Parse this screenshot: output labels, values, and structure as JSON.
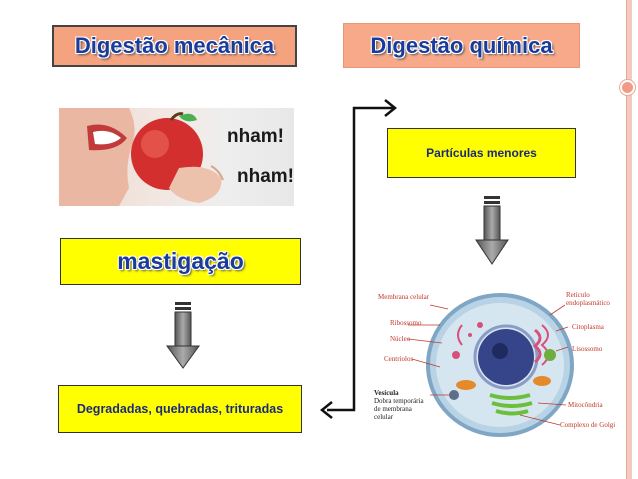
{
  "titles": {
    "mecanica": "Digestão mecânica",
    "quimica": "Digestão química"
  },
  "photo": {
    "nham1": "nham!",
    "nham2": "nham!"
  },
  "boxes": {
    "mastigacao": "mastigação",
    "degradadas": "Degradadas, quebradas, trituradas",
    "particulas": "Partículas menores"
  },
  "cell_labels": {
    "membrana": "Membrana celular",
    "ribossomo": "Ribossomo",
    "nucleo": "Núcleo",
    "centriolos": "Centríolos",
    "vesicula": "Vesícula",
    "dobra": "Dobra temporária de membrana celular",
    "reticulo": "Retículo endoplasmático",
    "citoplasma": "Citoplasma",
    "lisossomo": "Lisossomo",
    "mitocondria": "Mitocôndria",
    "golgi": "Complexo de Golgi"
  },
  "colors": {
    "title_fill": "#f5a27f",
    "box_fill": "#ffff00",
    "text_blue": "#1b3b9a",
    "cell_label_red": "#c0392b"
  }
}
